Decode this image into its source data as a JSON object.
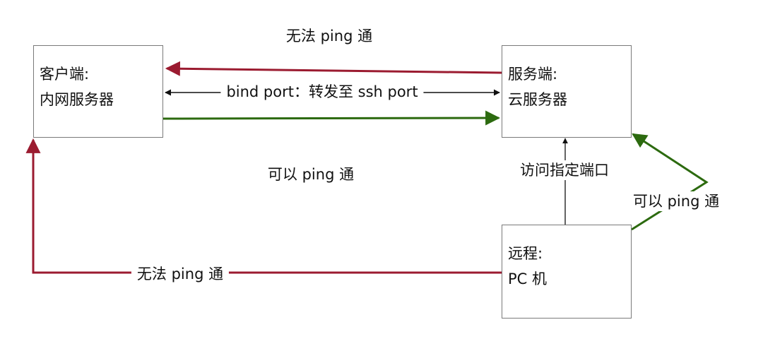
{
  "colors": {
    "fail": "#9b1b30",
    "ok": "#2c6a0f",
    "neutral": "#111111",
    "box_border": "#7a7a7a"
  },
  "nodes": {
    "client": {
      "line1": "客户端:",
      "line2": "内网服务器"
    },
    "server": {
      "line1": "服务端:",
      "line2": "云服务器"
    },
    "pc": {
      "line1": "远程:",
      "line2": "PC 机"
    }
  },
  "edges": {
    "client_server_fail": {
      "label": "无法 ping 通",
      "status": "fail"
    },
    "client_server_bind": {
      "label": "bind port：转发至 ssh port",
      "status": "neutral"
    },
    "client_server_ok": {
      "label": "可以 ping 通",
      "status": "ok"
    },
    "pc_server_access": {
      "label": "访问指定端口",
      "status": "neutral"
    },
    "pc_server_ok": {
      "label": "可以 ping 通",
      "status": "ok"
    },
    "pc_client_fail": {
      "label": "无法 ping 通",
      "status": "fail"
    }
  }
}
